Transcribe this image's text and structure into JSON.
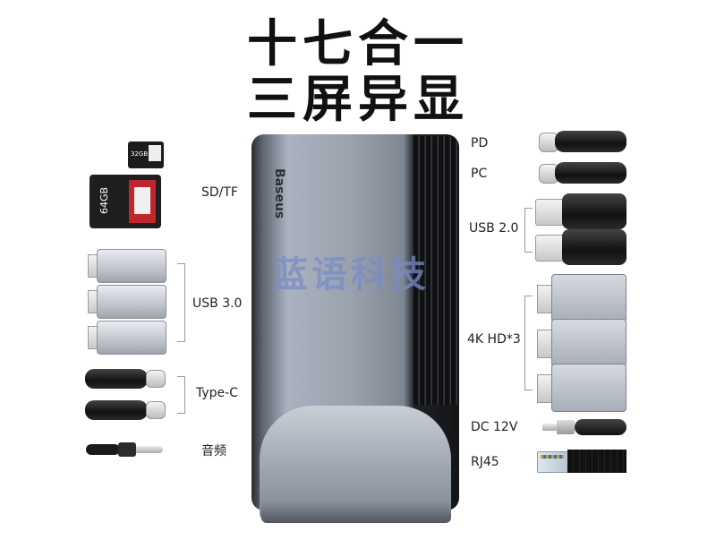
{
  "title": {
    "line1": "十七合一",
    "line2": "三屏异显"
  },
  "device": {
    "brand": "Baseus"
  },
  "sd_card": {
    "card_label": "64GB",
    "micro_label": "32GB"
  },
  "left_ports": {
    "sd": "SD/TF",
    "usb3": "USB 3.0",
    "typec": "Type-C",
    "audio": "音频"
  },
  "right_ports": {
    "pd": "PD",
    "pc": "PC",
    "usb2": "USB 2.0",
    "hd": "4K HD*3",
    "dc": "DC 12V",
    "rj45": "RJ45"
  },
  "watermark": "蓝语科技"
}
